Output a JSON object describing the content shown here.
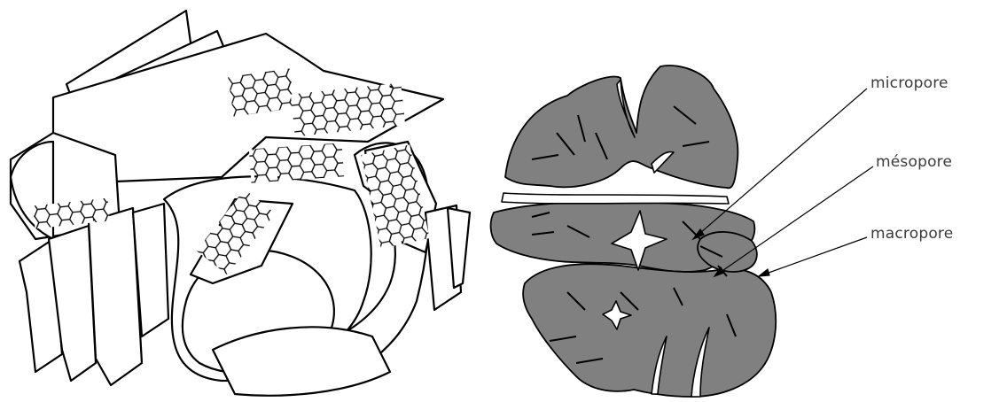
{
  "labels": {
    "micropore": "micropore",
    "mesopore": "mésopore",
    "macropore": "macropore"
  },
  "colors": {
    "grain_fill": "#808080",
    "line": "#000000",
    "background": "#ffffff"
  }
}
